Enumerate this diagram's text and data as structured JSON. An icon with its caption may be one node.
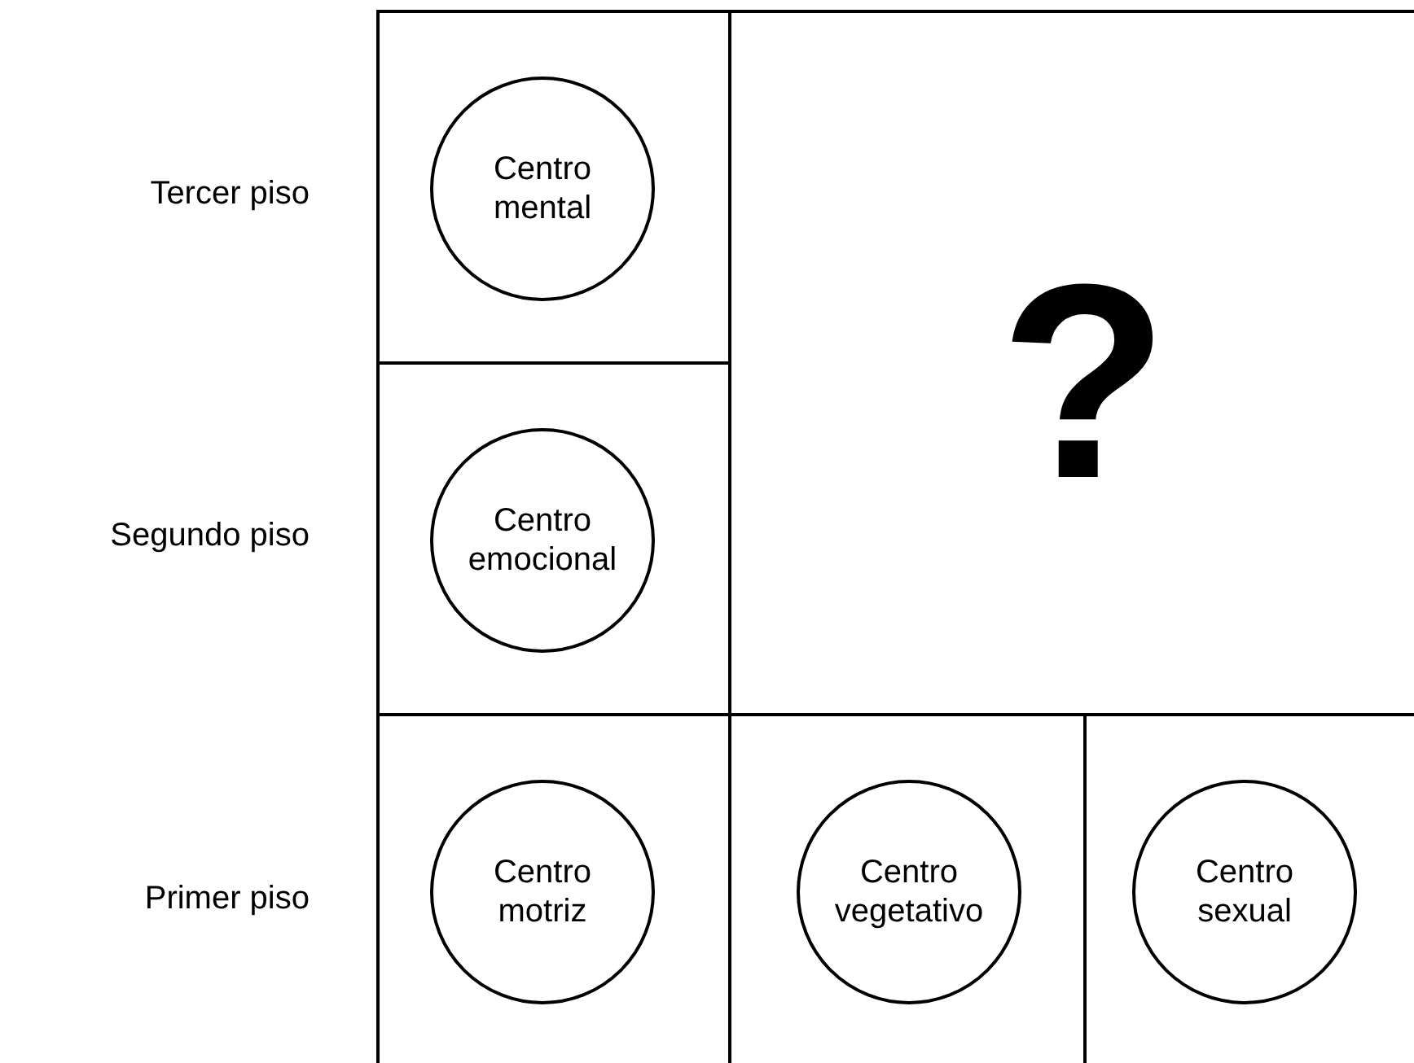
{
  "diagram": {
    "nodes": [
      {
        "text": [],
        "shape": "box"
      },
      {
        "text": [
          "Centro mental"
        ],
        "in": 0
      },
      {
        "text": [],
        "shape": "box"
      },
      {
        "text": [
          "Centro emocional"
        ],
        "in": 2
      },
      {
        "text": [
          "?"
        ]
      },
      {
        "text": [],
        "shape": "box"
      },
      {
        "text": [
          "Centro motriz"
        ],
        "in": 5
      },
      {
        "text": [],
        "shape": "box"
      },
      {
        "text": [
          "Centro vegetativo"
        ],
        "in": 7
      },
      {
        "text": [],
        "shape": "box"
      },
      {
        "text": [
          "Centro sexual"
        ],
        "in": 9
      }
    ],
    "labels": [
      "Tercer piso",
      "Segundo piso",
      "Primer piso"
    ]
  }
}
